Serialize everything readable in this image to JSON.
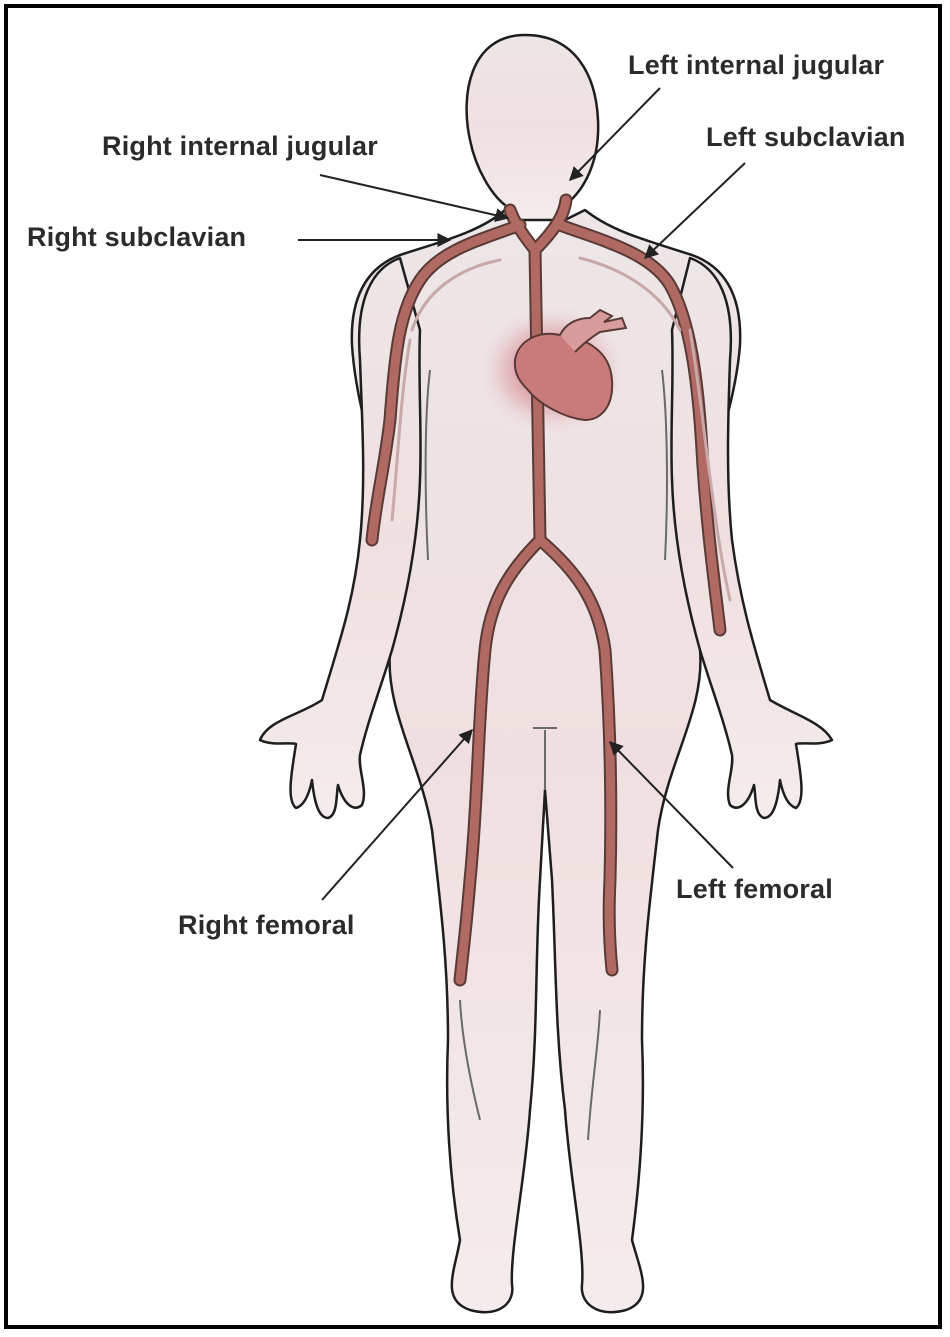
{
  "labels": {
    "left_internal_jugular": "Left internal jugular",
    "right_internal_jugular": "Right internal jugular",
    "left_subclavian": "Left subclavian",
    "right_subclavian": "Right subclavian",
    "left_femoral": "Left femoral",
    "right_femoral": "Right femoral"
  },
  "colors": {
    "vein": "#b06a63",
    "vein_outline": "#5a3a36",
    "skin": "#f1e3e3",
    "heart": "#c97b7b",
    "heart_glow": "#b3152d",
    "text": "#2b2b2b"
  }
}
